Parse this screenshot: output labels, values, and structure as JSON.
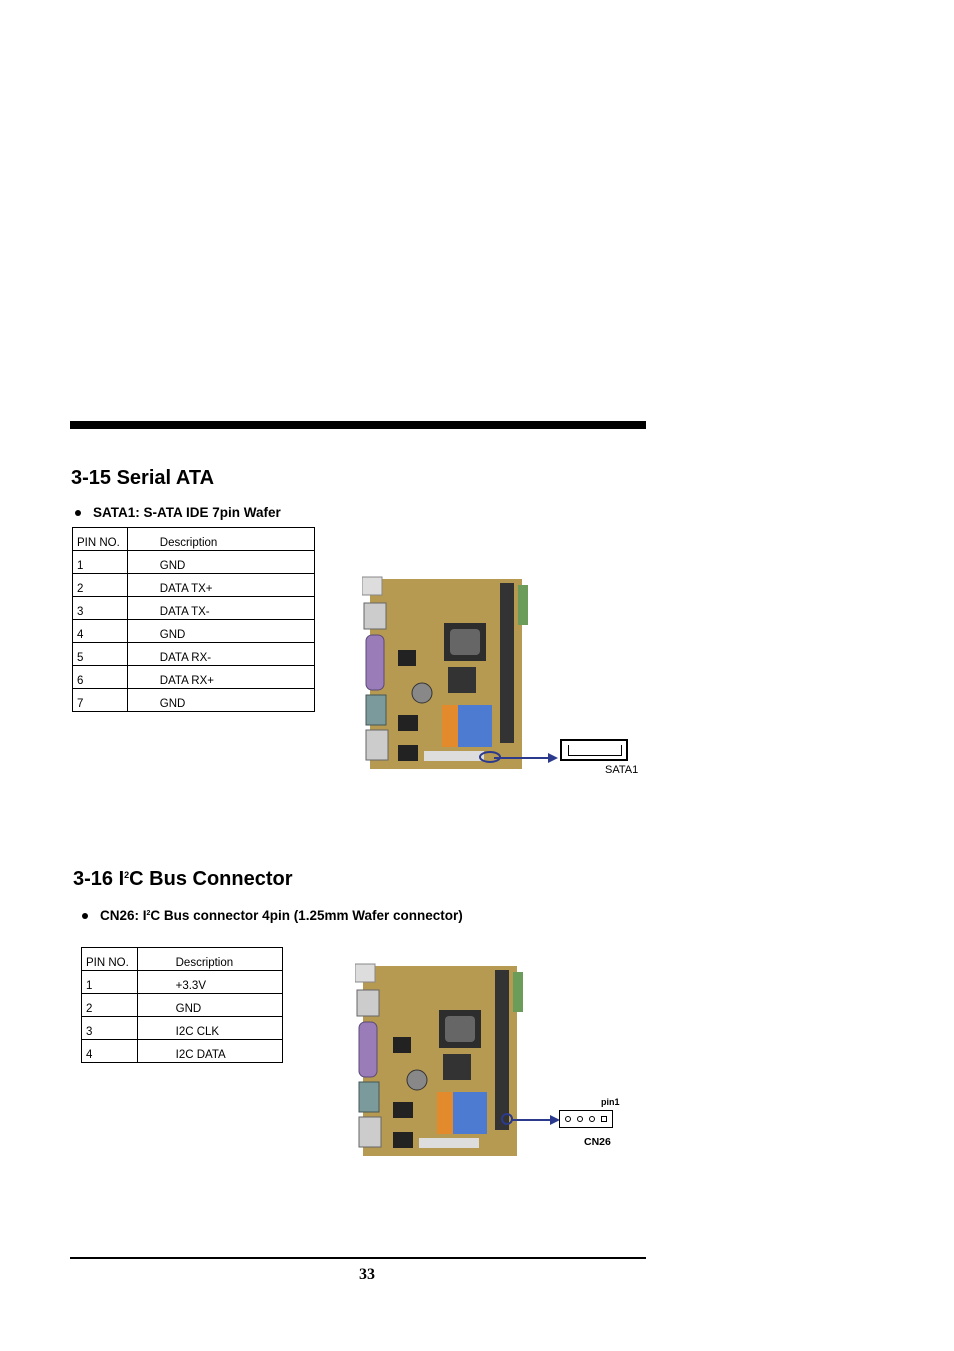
{
  "section1": {
    "heading": "3-15 Serial ATA",
    "bullet": "SATA1: S-ATA IDE 7pin Wafer",
    "table": {
      "headers": [
        "PIN NO.",
        "Description"
      ],
      "rows": [
        [
          "1",
          "GND"
        ],
        [
          "2",
          "DATA TX+"
        ],
        [
          "3",
          "DATA TX-"
        ],
        [
          "4",
          "GND"
        ],
        [
          "5",
          "DATA RX-"
        ],
        [
          "6",
          "DATA RX+"
        ],
        [
          "7",
          "GND"
        ]
      ]
    },
    "connector_label": "SATA1"
  },
  "section2": {
    "heading_pre": "3-16 I",
    "heading_sup": "2",
    "heading_post": "C Bus Connector",
    "bullet_pre": "CN26: I",
    "bullet_sup": "2",
    "bullet_post": "C Bus connector 4pin (1.25mm Wafer connector)",
    "table": {
      "headers": [
        "PIN NO.",
        "Description"
      ],
      "rows": [
        [
          "1",
          "+3.3V"
        ],
        [
          "2",
          "GND"
        ],
        [
          "3",
          "I2C CLK"
        ],
        [
          "4",
          "I2C DATA"
        ]
      ]
    },
    "pin1_label": "pin1",
    "connector_label": "CN26"
  },
  "page_number": "33",
  "colors": {
    "board": "#b79a52",
    "arrow": "#2b3a8c"
  }
}
